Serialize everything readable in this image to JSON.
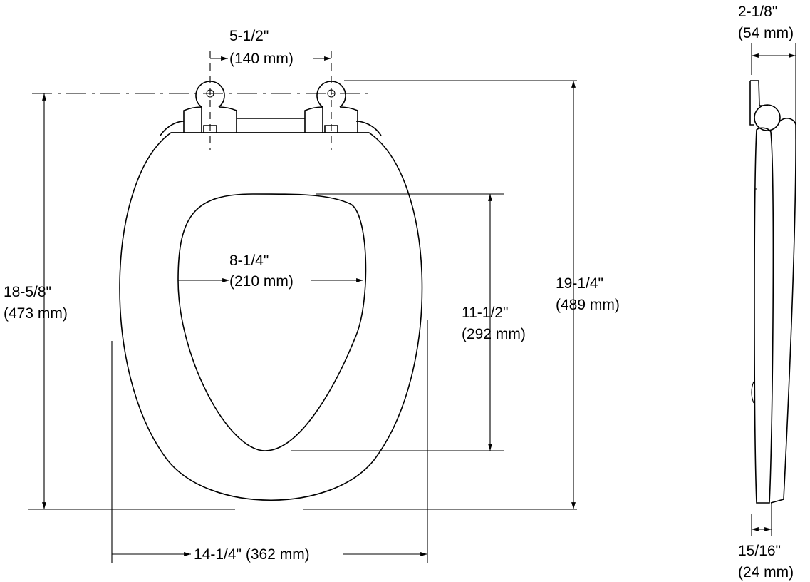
{
  "dimensions": {
    "hinge_spacing": {
      "imperial": "5-1/2\"",
      "metric": "(140 mm)"
    },
    "seat_length": {
      "imperial": "18-5/8\"",
      "metric": "(473 mm)"
    },
    "overall_length": {
      "imperial": "19-1/4\"",
      "metric": "(489 mm)"
    },
    "opening_length": {
      "imperial": "11-1/2\"",
      "metric": "(292 mm)"
    },
    "opening_width": {
      "imperial": "8-1/4\"",
      "metric": "(210 mm)"
    },
    "seat_width": {
      "label": "14-1/4\" (362 mm)"
    },
    "side_height": {
      "imperial": "2-1/8\"",
      "metric": "(54 mm)"
    },
    "seat_thickness": {
      "imperial": "15/16\"",
      "metric": "(24 mm)"
    }
  }
}
